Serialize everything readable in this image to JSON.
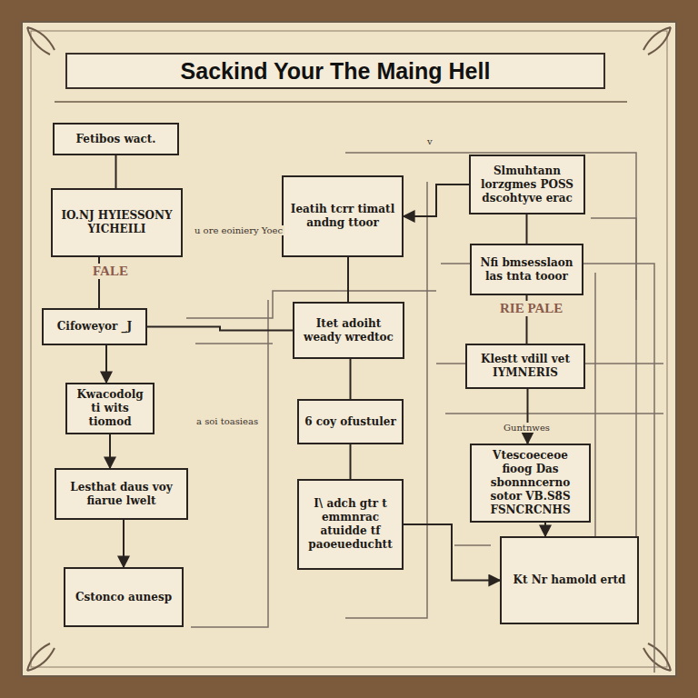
{
  "diagram": {
    "title": "Sackind Your The Maing Hell",
    "nodes": [
      {
        "text": [
          "Fetibos wact."
        ]
      },
      {
        "text": [
          "IO.NJ HYIESSONY YICHEILI"
        ]
      },
      {
        "text": [
          "Cifoweyor _J"
        ]
      },
      {
        "text": [
          "Kwacodolg ti wits tiomod"
        ]
      },
      {
        "text": [
          "Lesthat daus voy fiarue lwelt"
        ]
      },
      {
        "text": [
          "Cstonco aunesp"
        ]
      },
      {
        "text": [
          "Ieatih tcrr timatl andng ttoor"
        ]
      },
      {
        "text": [
          "Itet adoiht weady wredtoc"
        ]
      },
      {
        "text": [
          "6 coy ofustuler"
        ]
      },
      {
        "text": [
          "I\\ adch gtr t emmnrac atuidde tf paoeueduchtt"
        ]
      },
      {
        "text": [
          "Slmuhtann lorzgmes POSS dscohtyve erac"
        ]
      },
      {
        "text": [
          "Nfi bmsesslaon las tnta tooor"
        ]
      },
      {
        "text": [
          "Klestt vdill vet IYMNERIS"
        ]
      },
      {
        "text": [
          "Vtescoeceoe fioog Das sbonnncerno sotor VB.S8S FSNCRCNHS"
        ]
      },
      {
        "text": [
          "Kt Nr hamold ertd"
        ]
      }
    ],
    "edges": [
      {
        "from": 0,
        "to": 1,
        "arrow": "none"
      },
      {
        "from": 1,
        "to": 2,
        "arrow": "none"
      },
      {
        "from": 2,
        "to": 3,
        "arrow": "to"
      },
      {
        "from": 3,
        "to": 4,
        "arrow": "to"
      },
      {
        "from": 4,
        "to": 5,
        "arrow": "to"
      },
      {
        "from": 10,
        "to": 6,
        "arrow": "to"
      },
      {
        "from": 6,
        "to": 7,
        "arrow": "none"
      },
      {
        "from": 7,
        "to": 8,
        "arrow": "none"
      },
      {
        "from": 8,
        "to": 9,
        "arrow": "none"
      },
      {
        "from": 10,
        "to": 11,
        "arrow": "none"
      },
      {
        "from": 11,
        "to": 12,
        "arrow": "none"
      },
      {
        "from": 12,
        "to": 13,
        "arrow": "to"
      },
      {
        "from": 13,
        "to": 14,
        "arrow": "to"
      },
      {
        "from": 9,
        "to": 14,
        "arrow": "to"
      },
      {
        "from": 2,
        "to": 7,
        "arrow": "none"
      }
    ],
    "labels": [
      "FALE",
      "RIE PALE",
      "Guntnwes",
      "u ore eoiniery Yoec",
      "a soi toasieas",
      "v"
    ]
  }
}
